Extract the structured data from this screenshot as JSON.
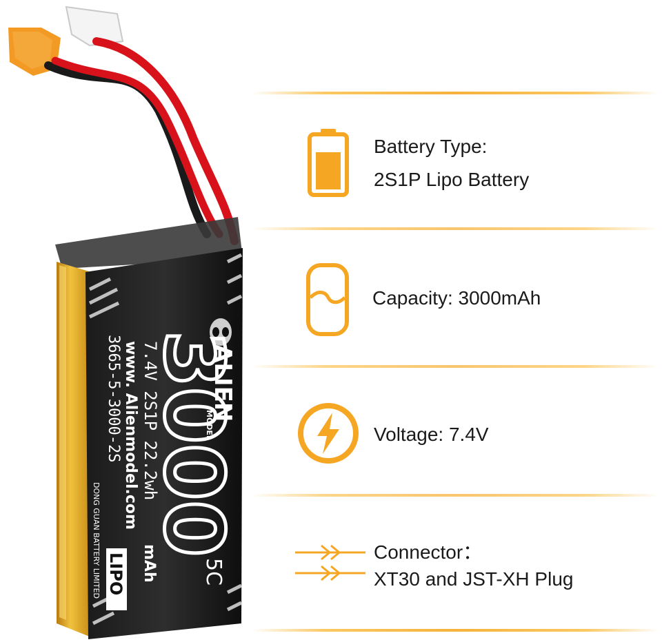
{
  "specs": {
    "battery_type": {
      "label": "Battery Type:",
      "value": "2S1P Lipo Battery",
      "icon": "battery-icon"
    },
    "capacity": {
      "text": "Capacity: 3000mAh",
      "icon": "capacity-icon"
    },
    "voltage": {
      "text": "Voltage: 7.4V",
      "icon": "lightning-icon"
    },
    "connector": {
      "label": "Connector：",
      "value": "XT30 and JST-XH Plug",
      "icon": "double-arrow-icon"
    }
  },
  "battery_label": {
    "brand": "ALIEN",
    "brand_sub": "MODEL",
    "capacity_big": "3000",
    "unit": "mAh",
    "c_rating": "5C",
    "specs_line": "7.4V  2S1P  22.2wh",
    "website": "www. Alienmodel.com",
    "model_code": "3665-5-3000-2S",
    "maker": "DONG GUAN BATTERY LIMITED",
    "type": "LIPO"
  },
  "colors": {
    "accent": "#f6b23c",
    "icon_orange": "#f5a623",
    "wire_red": "#d8121b",
    "connector_orange": "#f08f1c",
    "battery_black": "#111111",
    "battery_gold": "#e2a21e"
  }
}
